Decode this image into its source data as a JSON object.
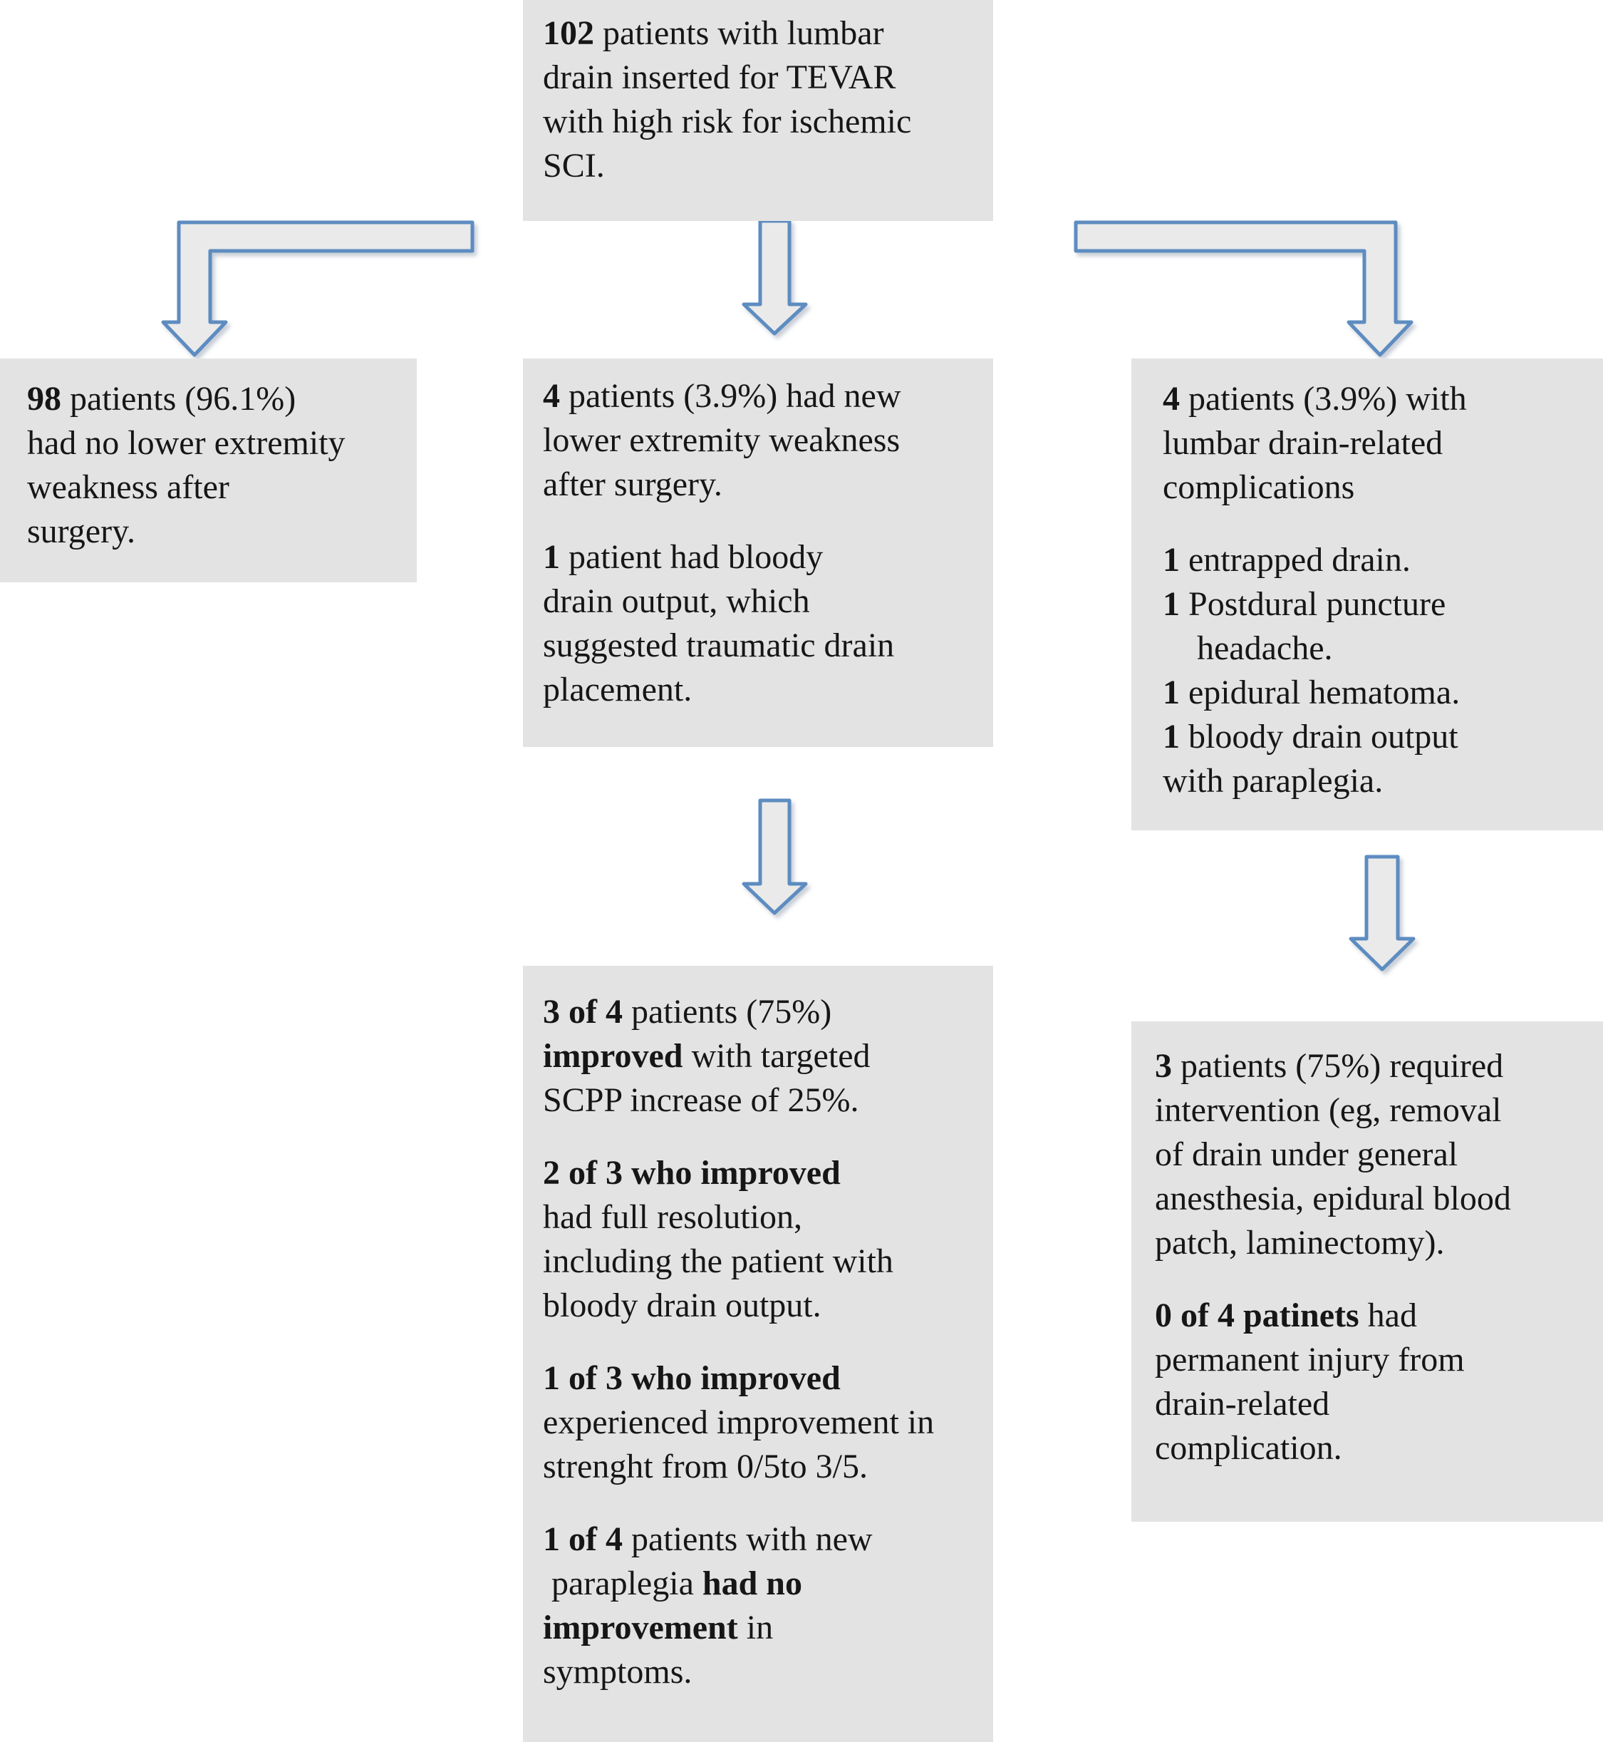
{
  "figure": {
    "type": "flowchart",
    "description": "Outcomes flowchart for patients with lumbar drain inserted for TEVAR"
  },
  "colors": {
    "background": "#ffffff",
    "box_fill": "#e3e3e3",
    "arrow_fill": "#eaeaea",
    "arrow_outline": "#5d8cc0",
    "text": "#161616"
  },
  "boxes": {
    "source": {
      "name": "source-population",
      "paragraphs": [
        [
          [
            {
              "b": true,
              "t": "102"
            },
            {
              "b": false,
              "t": " patients with lumbar"
            }
          ],
          [
            {
              "b": false,
              "t": "drain inserted for TEVAR"
            }
          ],
          [
            {
              "b": false,
              "t": "with high risk for ischemic"
            }
          ],
          [
            {
              "b": false,
              "t": "SCI."
            }
          ]
        ]
      ]
    },
    "no_weakness": {
      "name": "no-lower-extremity-weakness",
      "paragraphs": [
        [
          [
            {
              "b": true,
              "t": "98"
            },
            {
              "b": false,
              "t": " patients (96.1%)"
            }
          ],
          [
            {
              "b": false,
              "t": "had no lower extremity"
            }
          ],
          [
            {
              "b": false,
              "t": "weakness after"
            }
          ],
          [
            {
              "b": false,
              "t": "surgery."
            }
          ]
        ]
      ]
    },
    "new_weakness": {
      "name": "new-lower-extremity-weakness",
      "paragraphs": [
        [
          [
            {
              "b": true,
              "t": "4"
            },
            {
              "b": false,
              "t": " patients (3.9%) had new"
            }
          ],
          [
            {
              "b": false,
              "t": "lower extremity weakness"
            }
          ],
          [
            {
              "b": false,
              "t": "after surgery."
            }
          ]
        ],
        [
          [
            {
              "b": true,
              "t": "1"
            },
            {
              "b": false,
              "t": " patient had bloody"
            }
          ],
          [
            {
              "b": false,
              "t": "drain output, which"
            }
          ],
          [
            {
              "b": false,
              "t": "suggested traumatic drain"
            }
          ],
          [
            {
              "b": false,
              "t": "placement."
            }
          ]
        ]
      ]
    },
    "complications": {
      "name": "drain-related-complications",
      "paragraphs": [
        [
          [
            {
              "b": true,
              "t": "4"
            },
            {
              "b": false,
              "t": " patients (3.9%) with"
            }
          ],
          [
            {
              "b": false,
              "t": "lumbar drain-related"
            }
          ],
          [
            {
              "b": false,
              "t": "complications"
            }
          ]
        ],
        [
          [
            {
              "b": true,
              "t": "1"
            },
            {
              "b": false,
              "t": " entrapped drain."
            }
          ],
          [
            {
              "b": true,
              "t": "1"
            },
            {
              "b": false,
              "t": " Postdural puncture"
            }
          ],
          [
            {
              "b": false,
              "t": "    headache."
            }
          ],
          [
            {
              "b": true,
              "t": "1"
            },
            {
              "b": false,
              "t": " epidural hematoma."
            }
          ],
          [
            {
              "b": true,
              "t": "1"
            },
            {
              "b": false,
              "t": " bloody drain output"
            }
          ],
          [
            {
              "b": false,
              "t": "with paraplegia."
            }
          ]
        ]
      ]
    },
    "improved": {
      "name": "improvement-outcomes",
      "paragraphs": [
        [
          [
            {
              "b": true,
              "t": "3 of 4"
            },
            {
              "b": false,
              "t": " patients (75%)"
            }
          ],
          [
            {
              "b": true,
              "t": "improved"
            },
            {
              "b": false,
              "t": " with targeted"
            }
          ],
          [
            {
              "b": false,
              "t": "SCPP increase of 25%."
            }
          ]
        ],
        [
          [
            {
              "b": true,
              "t": "2 of 3 who improved"
            }
          ],
          [
            {
              "b": false,
              "t": "had full resolution,"
            }
          ],
          [
            {
              "b": false,
              "t": "including the patient with"
            }
          ],
          [
            {
              "b": false,
              "t": "bloody drain output."
            }
          ]
        ],
        [
          [
            {
              "b": true,
              "t": "1 of 3 who improved"
            }
          ],
          [
            {
              "b": false,
              "t": "experienced improvement in"
            }
          ],
          [
            {
              "b": false,
              "t": "strenght from 0/5to 3/5."
            }
          ]
        ],
        [
          [
            {
              "b": true,
              "t": "1 of 4"
            },
            {
              "b": false,
              "t": " patients with new"
            }
          ],
          [
            {
              "b": false,
              "t": " paraplegia "
            },
            {
              "b": true,
              "t": "had no"
            }
          ],
          [
            {
              "b": true,
              "t": "improvement"
            },
            {
              "b": false,
              "t": " in"
            }
          ],
          [
            {
              "b": false,
              "t": "symptoms."
            }
          ]
        ]
      ]
    },
    "intervention": {
      "name": "intervention-outcomes",
      "paragraphs": [
        [
          [
            {
              "b": true,
              "t": "3"
            },
            {
              "b": false,
              "t": " patients (75%) required"
            }
          ],
          [
            {
              "b": false,
              "t": "intervention (eg, removal"
            }
          ],
          [
            {
              "b": false,
              "t": "of drain under general"
            }
          ],
          [
            {
              "b": false,
              "t": "anesthesia, epidural blood"
            }
          ],
          [
            {
              "b": false,
              "t": "patch, laminectomy)."
            }
          ]
        ],
        [
          [
            {
              "b": true,
              "t": "0 of 4 patinets"
            },
            {
              "b": false,
              "t": " had"
            }
          ],
          [
            {
              "b": false,
              "t": "permanent injury from"
            }
          ],
          [
            {
              "b": false,
              "t": "drain-related"
            }
          ],
          [
            {
              "b": false,
              "t": "complication."
            }
          ]
        ]
      ]
    }
  },
  "arrows": [
    {
      "name": "bent-arrow-to-no-weakness",
      "direction": "left-then-down"
    },
    {
      "name": "straight-arrow-to-new-weakness",
      "direction": "down"
    },
    {
      "name": "bent-arrow-to-complications",
      "direction": "right-then-down"
    },
    {
      "name": "straight-arrow-to-improved",
      "direction": "down"
    },
    {
      "name": "straight-arrow-to-intervention",
      "direction": "down"
    }
  ]
}
